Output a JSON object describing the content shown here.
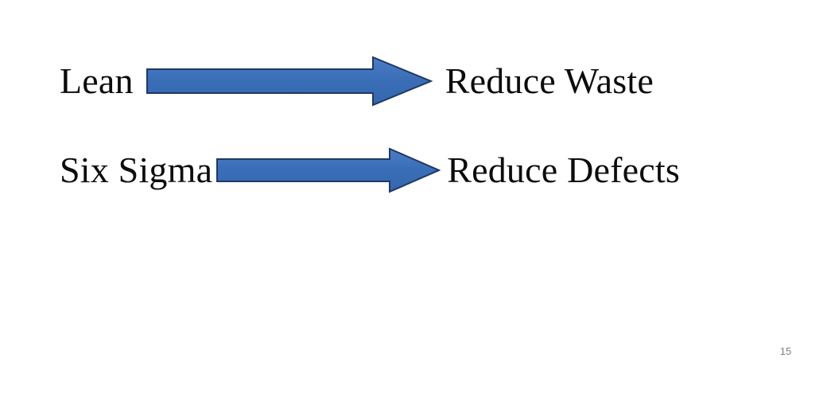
{
  "slide": {
    "background_color": "#ffffff",
    "number": "15",
    "rows": [
      {
        "label": "Lean",
        "arrow": "arrow-right",
        "target": "Reduce Waste"
      },
      {
        "label": "Six Sigma",
        "arrow": "arrow-right",
        "target": "Reduce Defects"
      }
    ]
  },
  "colors": {
    "arrow_fill": "#3a6fb8",
    "arrow_fill_light": "#4a7fc8",
    "arrow_fill_dark": "#2f5d9e",
    "arrow_stroke": "#1f3864",
    "text": "#0c0c0c",
    "slide_number": "#808080"
  }
}
